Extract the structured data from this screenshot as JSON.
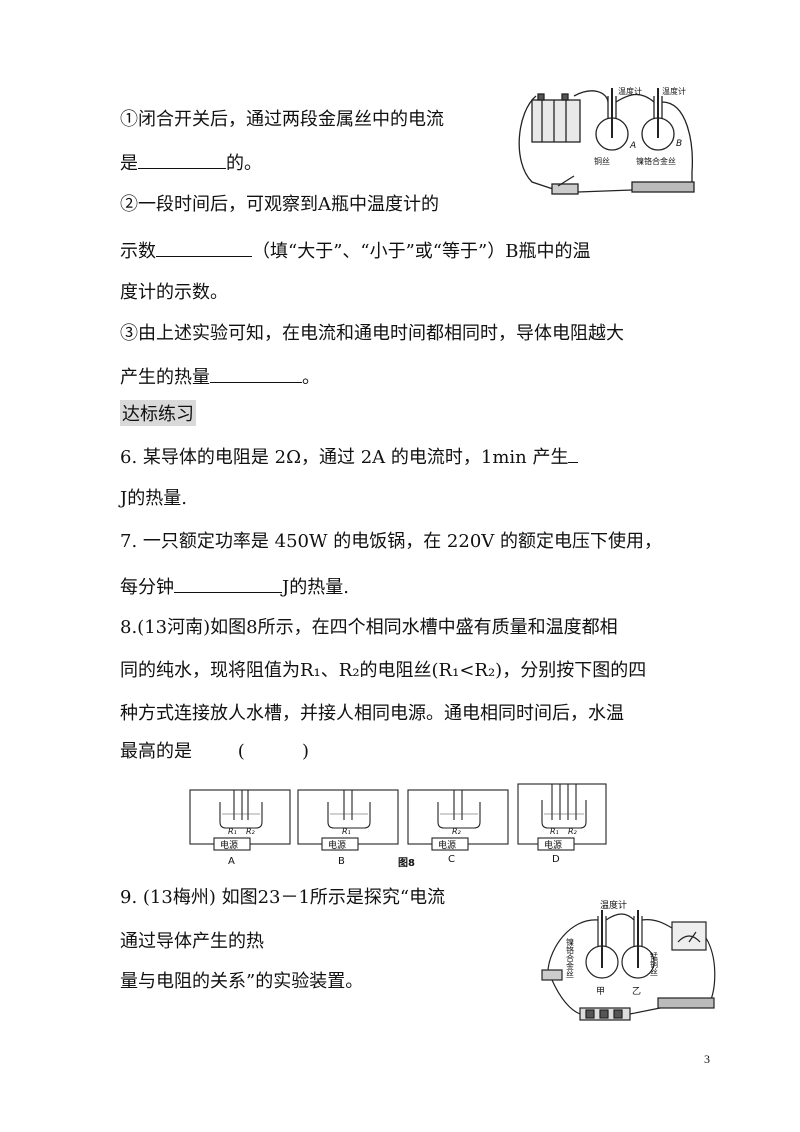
{
  "q5": {
    "line1": "①闭合开关后，通过两段金属丝中的电流",
    "line2_pre": "是",
    "line2_post": "的。",
    "line3": "②一段时间后，可观察到A瓶中温度计的",
    "line4_pre": "示数",
    "line4_post": "（填“大于”、“小于”或“等于”）B瓶中的温",
    "line5": "度计的示数。",
    "line6": "③由上述实验可知，在电流和通电时间都相同时，导体电阻越大",
    "line7_pre": "产生的热量",
    "line7_post": "。",
    "fig_labels": {
      "thermo1": "温度计",
      "thermo2": "温度计",
      "copper": "铜丝",
      "nichrome": "镍铬合金丝",
      "a": "A",
      "b": "B"
    }
  },
  "section_heading": "达标练习",
  "q6": {
    "line1": "6.  某导体的电阻是 2Ω，通过 2A 的电流时，1min 产生",
    "line2": "J的热量."
  },
  "q7": {
    "line1": "7.  一只额定功率是 450W 的电饭锅，在 220V 的额定电压下使用，",
    "line2_pre": "每分钟",
    "line2_post": "J的热量."
  },
  "q8": {
    "line1": "8.(13河南)如图8所示，在四个相同水槽中盛有质量和温度都相",
    "line2": "同的纯水，现将阻值为R₁、R₂的电阻丝(R₁<R₂)，分别按下图的四",
    "line3": "种方式连接放人水槽，并接人相同电源。通电相同时间后，水温",
    "line4": "最高的是        (          )",
    "fig": {
      "power": "电源",
      "r1": "R₁",
      "r2": "R₂",
      "caption": "图8",
      "labels": [
        "A",
        "B",
        "C",
        "D"
      ]
    }
  },
  "q9": {
    "line1": "9.  (13梅州) 如图23－1所示是探究“电流",
    "line2": "通过导体产生的热",
    "line3": "量与电阻的关系”的实验装置。",
    "fig_labels": {
      "thermo": "温度计",
      "nichrome": "镍铬合金丝",
      "manganin": "锰铜丝",
      "jia": "甲",
      "yi": "乙"
    }
  },
  "page_number": "3"
}
